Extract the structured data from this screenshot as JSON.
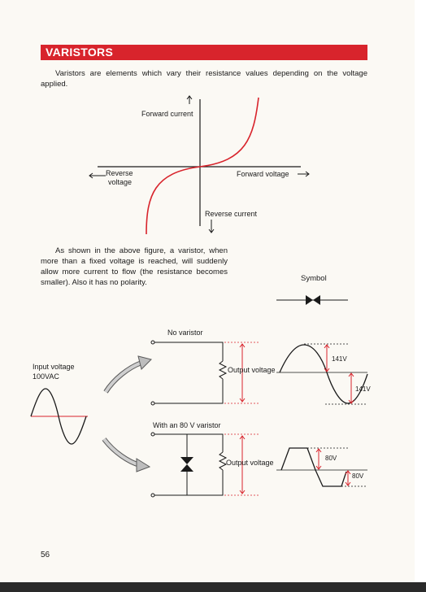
{
  "header": {
    "title": "VARISTORS"
  },
  "intro_text": "Varistors are elements which vary their resistance values depending on the voltage applied.",
  "graph": {
    "forward_current": "Forward current",
    "reverse_voltage_line1": "Reverse",
    "reverse_voltage_line2": "voltage",
    "forward_voltage": "Forward voltage",
    "reverse_current": "Reverse current"
  },
  "body_text": "As shown in the above figure, a varistor, when more than a fixed voltage is reached, will suddenly allow more current to flow (the resistance becomes smaller). Also it has no polarity.",
  "symbol": {
    "label": "Symbol"
  },
  "circuits": {
    "input_voltage_line1": "Input voltage",
    "input_voltage_line2": "100VAC",
    "no_varistor": "No varistor",
    "with_varistor": "With an 80 V varistor",
    "output_voltage_top": "Output voltage",
    "output_voltage_bottom": "Output voltage",
    "peak_141_top": "141V",
    "peak_141_bottom": "141V",
    "peak_80_top": "80V",
    "peak_80_bottom": "80V"
  },
  "page_number": "56",
  "colors": {
    "accent": "#d8242c",
    "arrow": "#8a8a8a",
    "text": "#1a1a1a"
  }
}
